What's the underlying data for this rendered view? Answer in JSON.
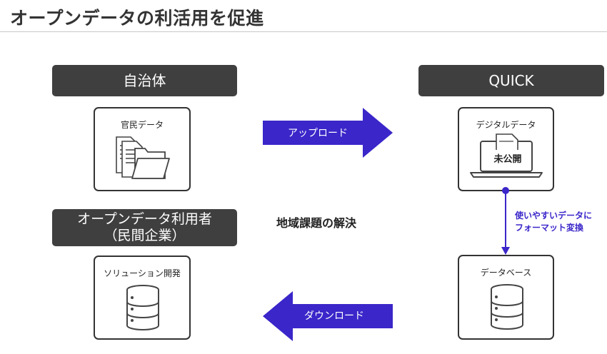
{
  "title": "オープンデータの利活用を促進",
  "nodes": {
    "municipality": {
      "header": "自治体",
      "card_label": "官民データ"
    },
    "quick": {
      "header": "QUICK",
      "card_label": "デジタルデータ",
      "badge": "未公開"
    },
    "users": {
      "header_line1": "オープンデータ利用者",
      "header_line2": "（民間企業）",
      "card_label": "ソリューション開発"
    },
    "database": {
      "card_label": "データベース"
    }
  },
  "edges": {
    "upload": "アップロード",
    "download": "ダウンロード",
    "transform_line1": "使いやすいデータに",
    "transform_line2": "フォーマット変換"
  },
  "center_text": "地域課題の解決",
  "colors": {
    "accent": "#3a26c9",
    "header_bg": "#3f3f3f"
  },
  "icons": {
    "municipality": "documents-folder-icon",
    "quick": "laptop-document-icon",
    "users": "database-icon",
    "database": "database-icon"
  }
}
